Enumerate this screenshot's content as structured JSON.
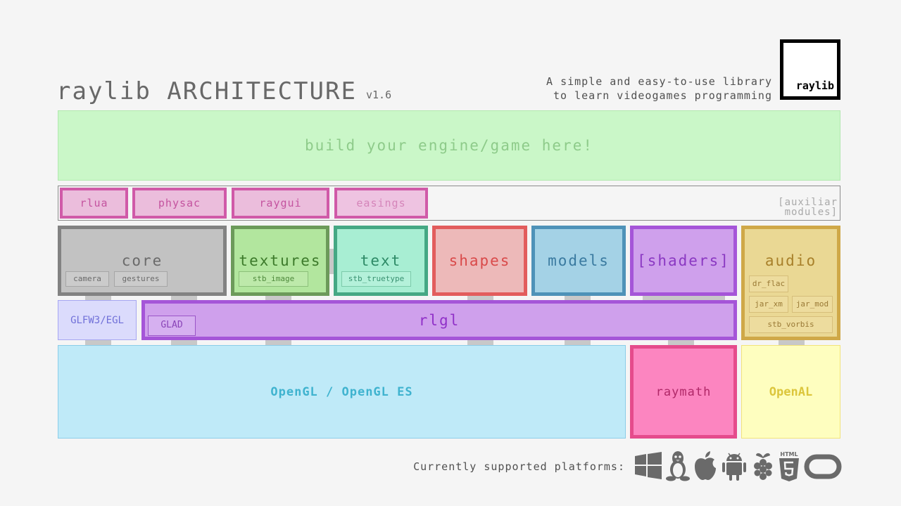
{
  "header": {
    "title": "raylib ARCHITECTURE",
    "version": "v1.6",
    "tagline_line1": "A simple and easy-to-use library",
    "tagline_line2": "to learn videogames programming",
    "logo_text": "raylib"
  },
  "engine": {
    "label": "build your engine/game here!"
  },
  "auxiliar": {
    "label_line1": "[auxiliar",
    "label_line2": "modules]",
    "modules": [
      "rlua",
      "physac",
      "raygui",
      "easings"
    ]
  },
  "modules": {
    "core": {
      "label": "core",
      "subs": [
        "camera",
        "gestures"
      ]
    },
    "textures": {
      "label": "textures",
      "subs": [
        "stb_image"
      ]
    },
    "text": {
      "label": "text",
      "subs": [
        "stb_truetype"
      ]
    },
    "shapes": {
      "label": "shapes"
    },
    "models": {
      "label": "models"
    },
    "shaders": {
      "label": "[shaders]"
    },
    "audio": {
      "label": "audio",
      "subs": [
        "dr_flac",
        "jar_xm",
        "jar_mod",
        "stb_vorbis"
      ]
    }
  },
  "glfw": {
    "label": "GLFW3/EGL"
  },
  "rlgl": {
    "label": "rlgl",
    "glad": "GLAD"
  },
  "base": {
    "opengl": "OpenGL / OpenGL ES",
    "raymath": "raymath",
    "openal": "OpenAL"
  },
  "platforms": {
    "label": "Currently supported platforms:",
    "icons": [
      "windows-icon",
      "linux-icon",
      "apple-icon",
      "android-icon",
      "raspberry-pi-icon",
      "html5-icon",
      "oculus-icon"
    ],
    "html5_text": "HTML"
  },
  "colors": {
    "engine": "#caf7c8",
    "aux": "#ebbddc",
    "core": "#c2c2c2",
    "textures": "#b2e69e",
    "text": "#a8eed3",
    "shapes": "#edb9b9",
    "models": "#a4d2e6",
    "shaders": "#cfa0ec",
    "audio": "#ead894",
    "opengl": "#bfeaf8",
    "raymath": "#fc85c0",
    "openal": "#fefebf"
  }
}
